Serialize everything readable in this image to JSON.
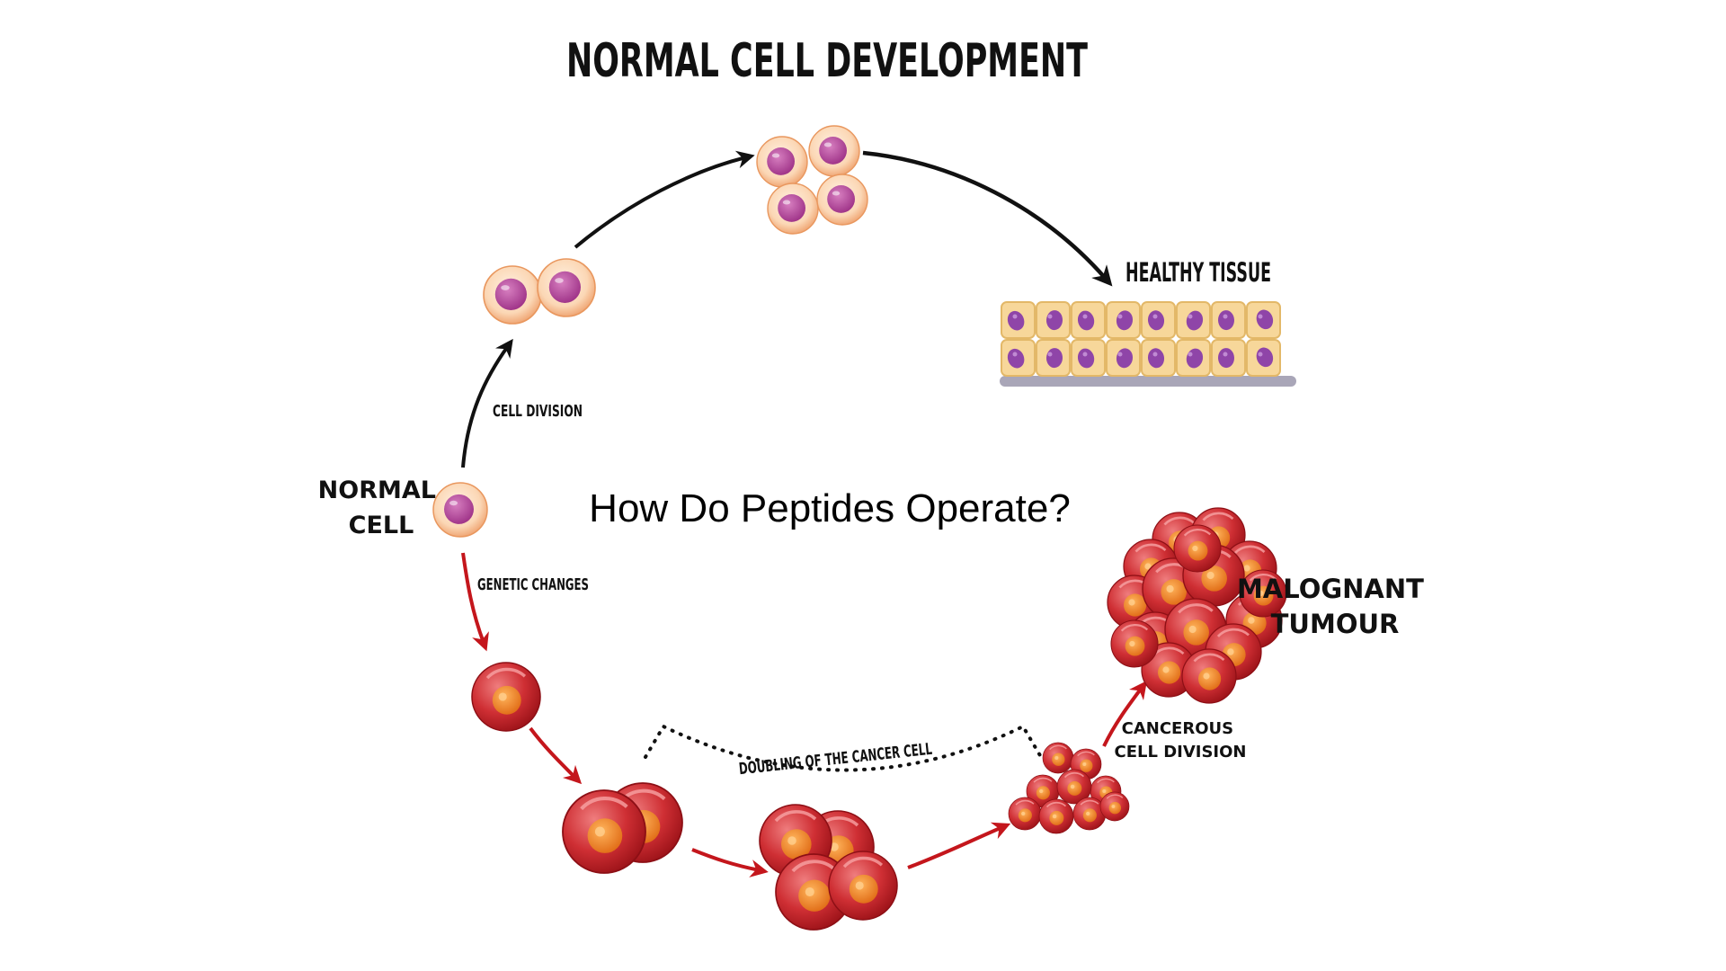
{
  "title": "NORMAL CELL DEVELOPMENT",
  "center_question": "How Do Peptides Operate?",
  "labels": {
    "normal_cell_line1": "NORMAL",
    "normal_cell_line2": "CELL",
    "cell_division": "CELL DIVISION",
    "healthy_tissue": "HEALTHY TISSUE",
    "genetic_changes": "GENETIC CHANGES",
    "doubling": "DOUBLING OF THE CANCER CELL",
    "cancerous_line1": "CANCEROUS",
    "cancerous_line2": "CELL DIVISION",
    "malignant_line1": "MALOGNANT",
    "malignant_line2": "TUMOUR"
  },
  "colors": {
    "normal_arrow": "#111111",
    "cancer_arrow": "#c4161c",
    "normal_cell_membrane": "#f6c49a",
    "normal_cell_nucleus": "#b9479a",
    "cancer_cell_body": "#c9282e",
    "cancer_cell_nucleus": "#f28a22",
    "tissue_cell": "#f7d79a",
    "tissue_nucleus": "#8f45a8",
    "basement": "#a9a6b8"
  },
  "icons": {
    "normal_cell": "normal-cell-icon",
    "cancer_cell": "cancer-cell-icon",
    "tissue": "healthy-tissue-icon",
    "tumour": "malignant-tumour-icon"
  }
}
